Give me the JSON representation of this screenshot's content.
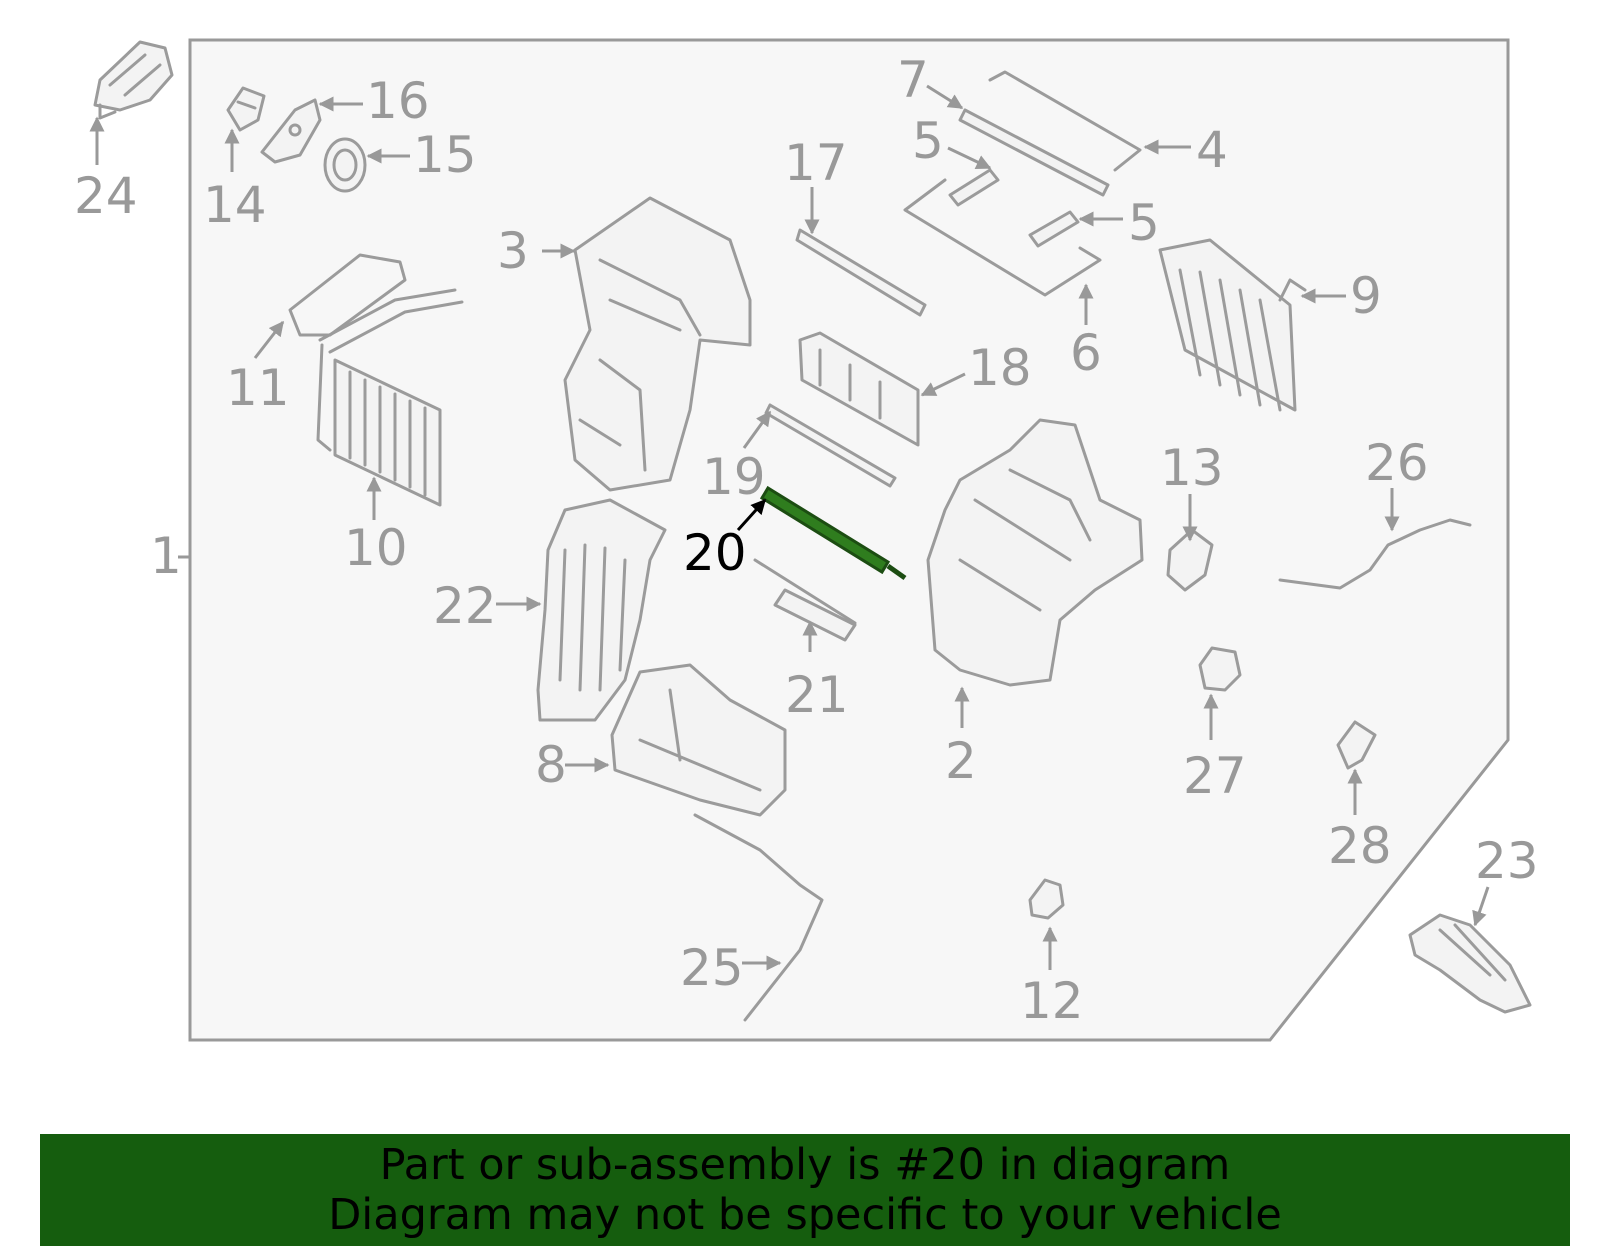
{
  "diagram": {
    "callouts": [
      "1",
      "2",
      "3",
      "4",
      "5",
      "5",
      "6",
      "7",
      "8",
      "9",
      "10",
      "11",
      "12",
      "13",
      "14",
      "15",
      "16",
      "17",
      "18",
      "19",
      "20",
      "21",
      "22",
      "23",
      "24",
      "25",
      "26",
      "27",
      "28"
    ],
    "highlighted_callout": "20",
    "colors": {
      "frame": "#999999",
      "frame_fill": "#f7f7f7",
      "highlight": "#2f7d1e",
      "highlight_text": "#000000"
    }
  },
  "footer": {
    "line1": "Part or sub-assembly is #20 in diagram",
    "line2": "Diagram may not be specific to your vehicle",
    "background": "#155d0e"
  }
}
